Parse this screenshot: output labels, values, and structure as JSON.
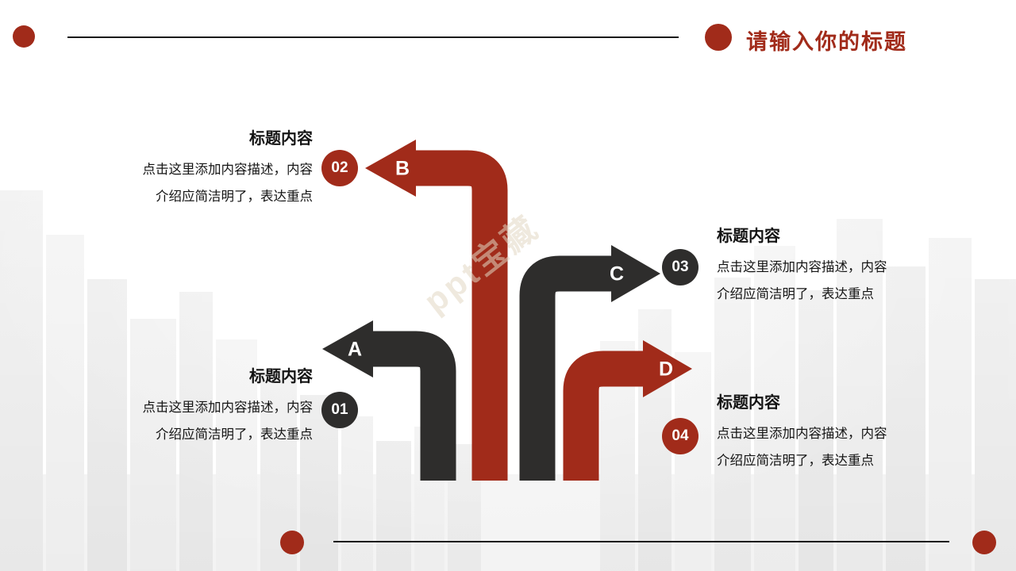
{
  "header": {
    "title": "请输入你的标题"
  },
  "watermark": "ppt宝藏",
  "colors": {
    "accent_red": "#a12b1a",
    "arrow_dark": "#2e2d2c"
  },
  "items": [
    {
      "number": "01",
      "letter": "A",
      "heading": "标题内容",
      "body1": "点击这里添加内容描述，内容",
      "body2": "介绍应简洁明了，表达重点"
    },
    {
      "number": "02",
      "letter": "B",
      "heading": "标题内容",
      "body1": "点击这里添加内容描述，内容",
      "body2": "介绍应简洁明了，表达重点"
    },
    {
      "number": "03",
      "letter": "C",
      "heading": "标题内容",
      "body1": "点击这里添加内容描述，内容",
      "body2": "介绍应简洁明了，表达重点"
    },
    {
      "number": "04",
      "letter": "D",
      "heading": "标题内容",
      "body1": "点击这里添加内容描述，内容",
      "body2": "介绍应简洁明了，表达重点"
    }
  ]
}
